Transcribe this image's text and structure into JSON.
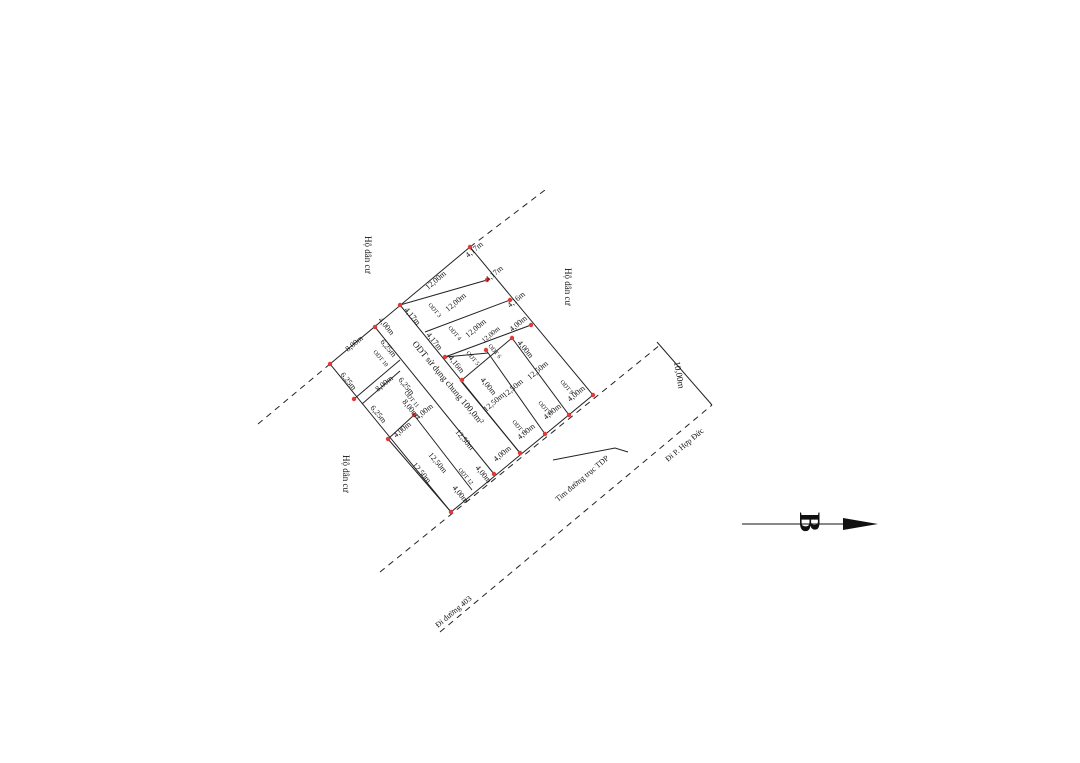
{
  "labels": {
    "neighbor_north": "Hộ dân cư",
    "neighbor_east": "Hộ dân cư",
    "neighbor_south": "Hộ dân cư",
    "common_area": "ODT sử dụng chung 100,0m²",
    "road_center": "Tim đường trục TDP",
    "road_width": "10,00m",
    "to_hop_duc": "Đi P. Hợp Đức",
    "to_road_403": "Đi đường 403",
    "north_letter": "B",
    "lot_code": "ODT"
  },
  "dimensions": {
    "d417": "4,17m",
    "d416": "4,16m",
    "d400": "4,00m",
    "d1200": "12,00m",
    "d1250": "12,50m",
    "d625": "6,25m",
    "d800": "8,00m"
  },
  "lots": {
    "l1": "ODT 3",
    "l2": "ODT 4",
    "l3": "ODT 5",
    "l4": "ODT 6",
    "l5": "ODT 7",
    "l6": "ODT 8",
    "l7": "ODT 9",
    "l8": "ODT 10",
    "l9": "ODT 11",
    "l10": "ODT 12"
  }
}
